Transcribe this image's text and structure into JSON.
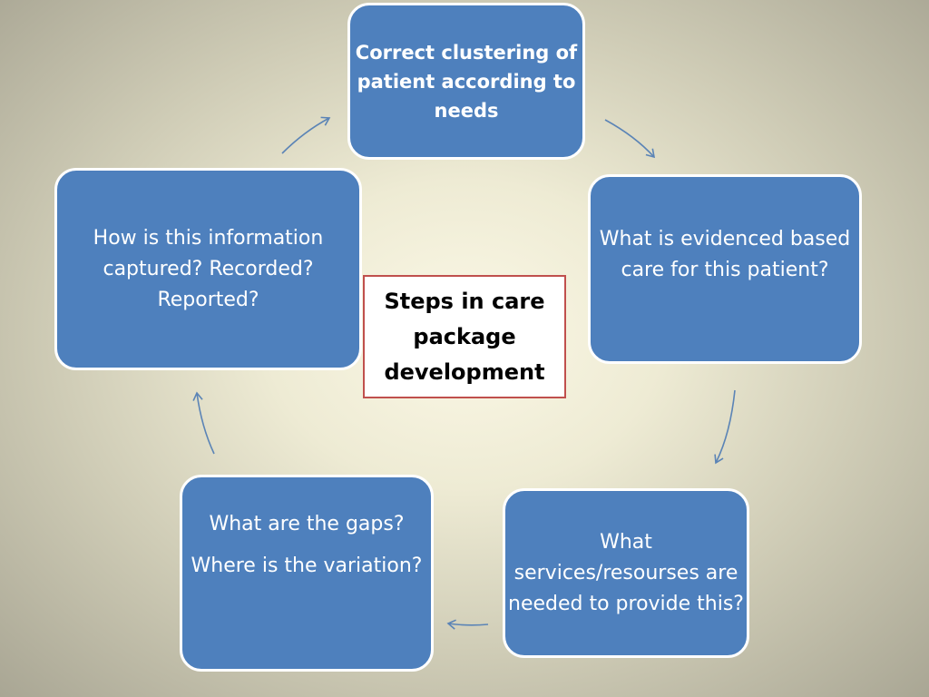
{
  "colors": {
    "box_fill": "#4e80bd",
    "box_border": "#ffffff",
    "center_border": "#c0504d",
    "arrow": "#5b84b6"
  },
  "center": {
    "label": "Steps in care package development"
  },
  "steps": {
    "top": [
      "Correct clustering of patient according to needs"
    ],
    "right": [
      "What is evidenced based care for this patient?"
    ],
    "bottom_right": [
      "What services/resourses are needed to provide this?"
    ],
    "bottom_left": [
      "What are the gaps?",
      "Where is the variation?"
    ],
    "left": [
      "How is this information captured? Recorded? Reported?"
    ]
  }
}
